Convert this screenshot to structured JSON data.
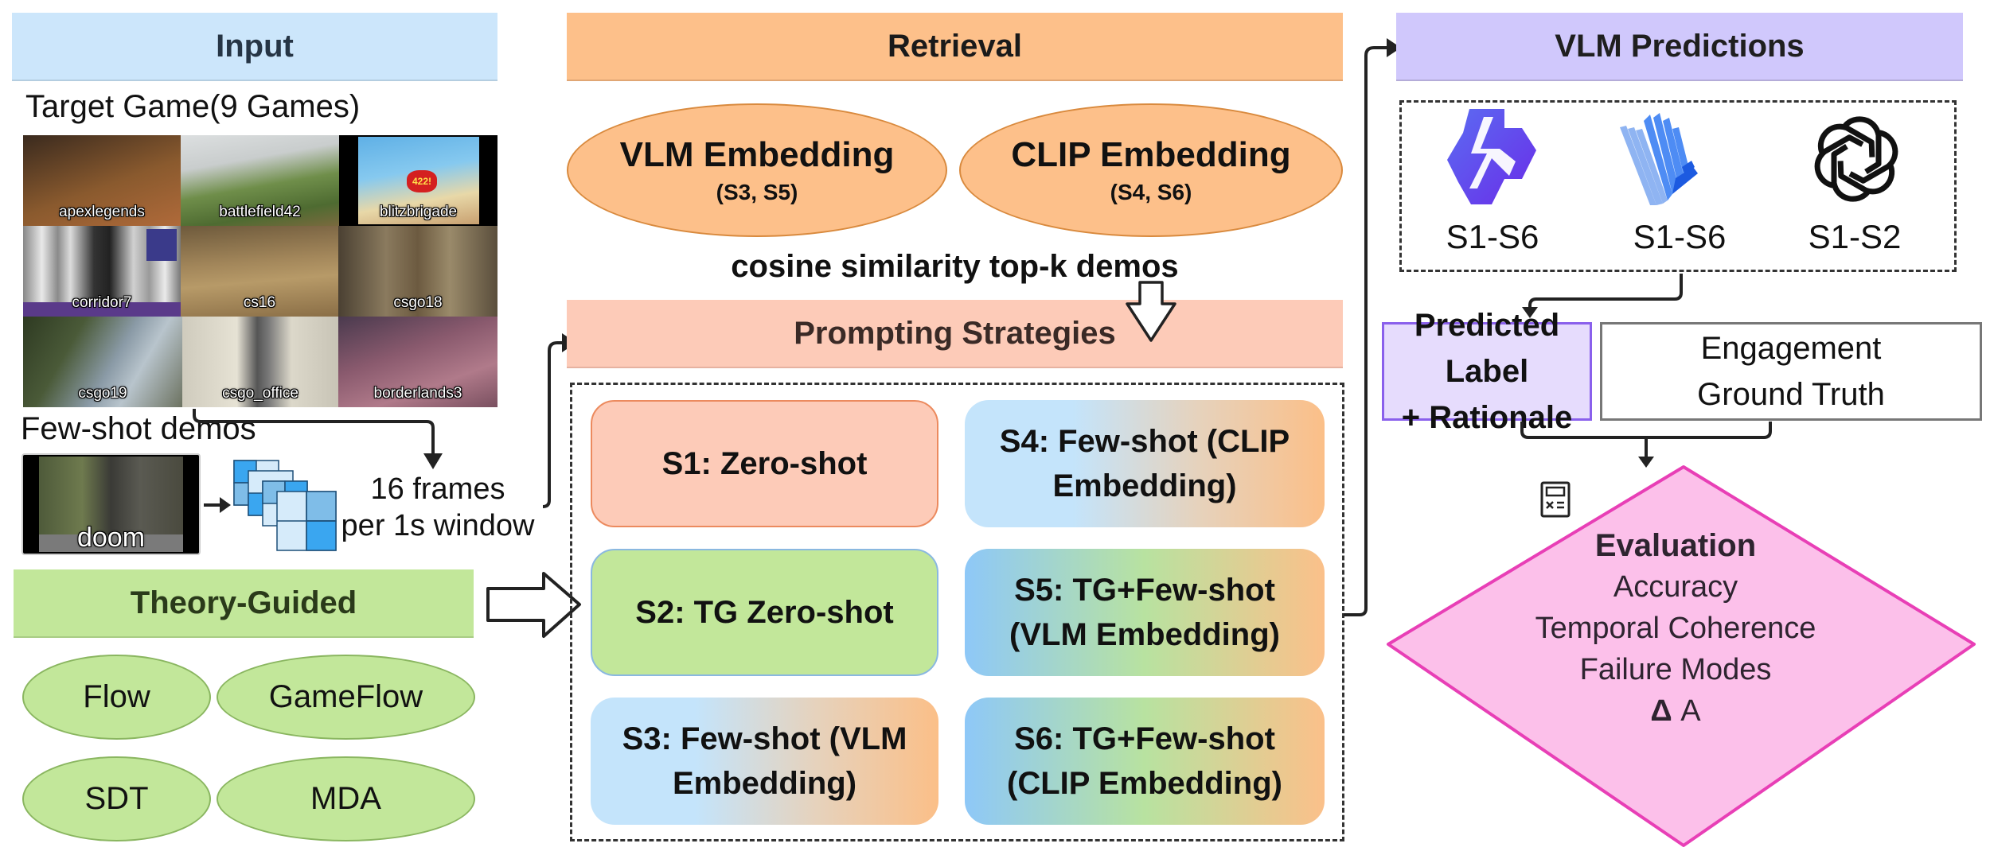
{
  "input": {
    "header": "Input",
    "target_title": "Target Game(9 Games)",
    "games": [
      "apexlegends",
      "battlefield42",
      "blitzbrigade",
      "corridor7",
      "cs16",
      "csgo18",
      "csgo19",
      "csgo_office",
      "borderlands3"
    ],
    "fewshot_title": "Few-shot demos",
    "demo_game": "doom",
    "frames_line1": "16 frames",
    "frames_line2": "per 1s window"
  },
  "theory": {
    "header": "Theory-Guided",
    "items": [
      "Flow",
      "GameFlow",
      "SDT",
      "MDA"
    ]
  },
  "retrieval": {
    "header": "Retrieval",
    "vlm_title": "VLM Embedding",
    "vlm_sub": "(S3, S5)",
    "clip_title": "CLIP Embedding",
    "clip_sub": "(S4, S6)",
    "caption": "cosine similarity top-k demos"
  },
  "prompting": {
    "header": "Prompting Strategies",
    "strategies": [
      {
        "id": "S1",
        "label": "S1: Zero-shot"
      },
      {
        "id": "S2",
        "label": "S2: TG Zero-shot"
      },
      {
        "id": "S3",
        "label": "S3: Few-shot (VLM Embedding)"
      },
      {
        "id": "S4",
        "label": "S4: Few-shot (CLIP Embedding)"
      },
      {
        "id": "S5",
        "label": "S5: TG+Few-shot (VLM Embedding)"
      },
      {
        "id": "S6",
        "label": "S6: TG+Few-shot (CLIP Embedding)"
      }
    ]
  },
  "predictions": {
    "header": "VLM Predictions",
    "models": [
      {
        "icon": "qwen-logo-icon",
        "range": "S1-S6"
      },
      {
        "icon": "internvl-logo-icon",
        "range": "S1-S6"
      },
      {
        "icon": "openai-logo-icon",
        "range": "S1-S2"
      }
    ],
    "predicted_line1": "Predicted Label",
    "predicted_line2": "+ Rationale",
    "truth_line1": "Engagement",
    "truth_line2": "Ground Truth"
  },
  "evaluation": {
    "title": "Evaluation",
    "metrics": [
      "Accuracy",
      "Temporal Coherence",
      "Failure Modes"
    ],
    "delta_symbol": "Δ",
    "delta_label": "A"
  },
  "colors": {
    "input_header": "#cce6fb",
    "retrieval": "#fdc08a",
    "prompting": "#fdcbb8",
    "theory": "#c2e79a",
    "predictions": "#d0c8fc",
    "predicted_box": "#e6dcfd",
    "evaluation": "#fcc0ea",
    "evaluation_border": "#e83fb6"
  }
}
